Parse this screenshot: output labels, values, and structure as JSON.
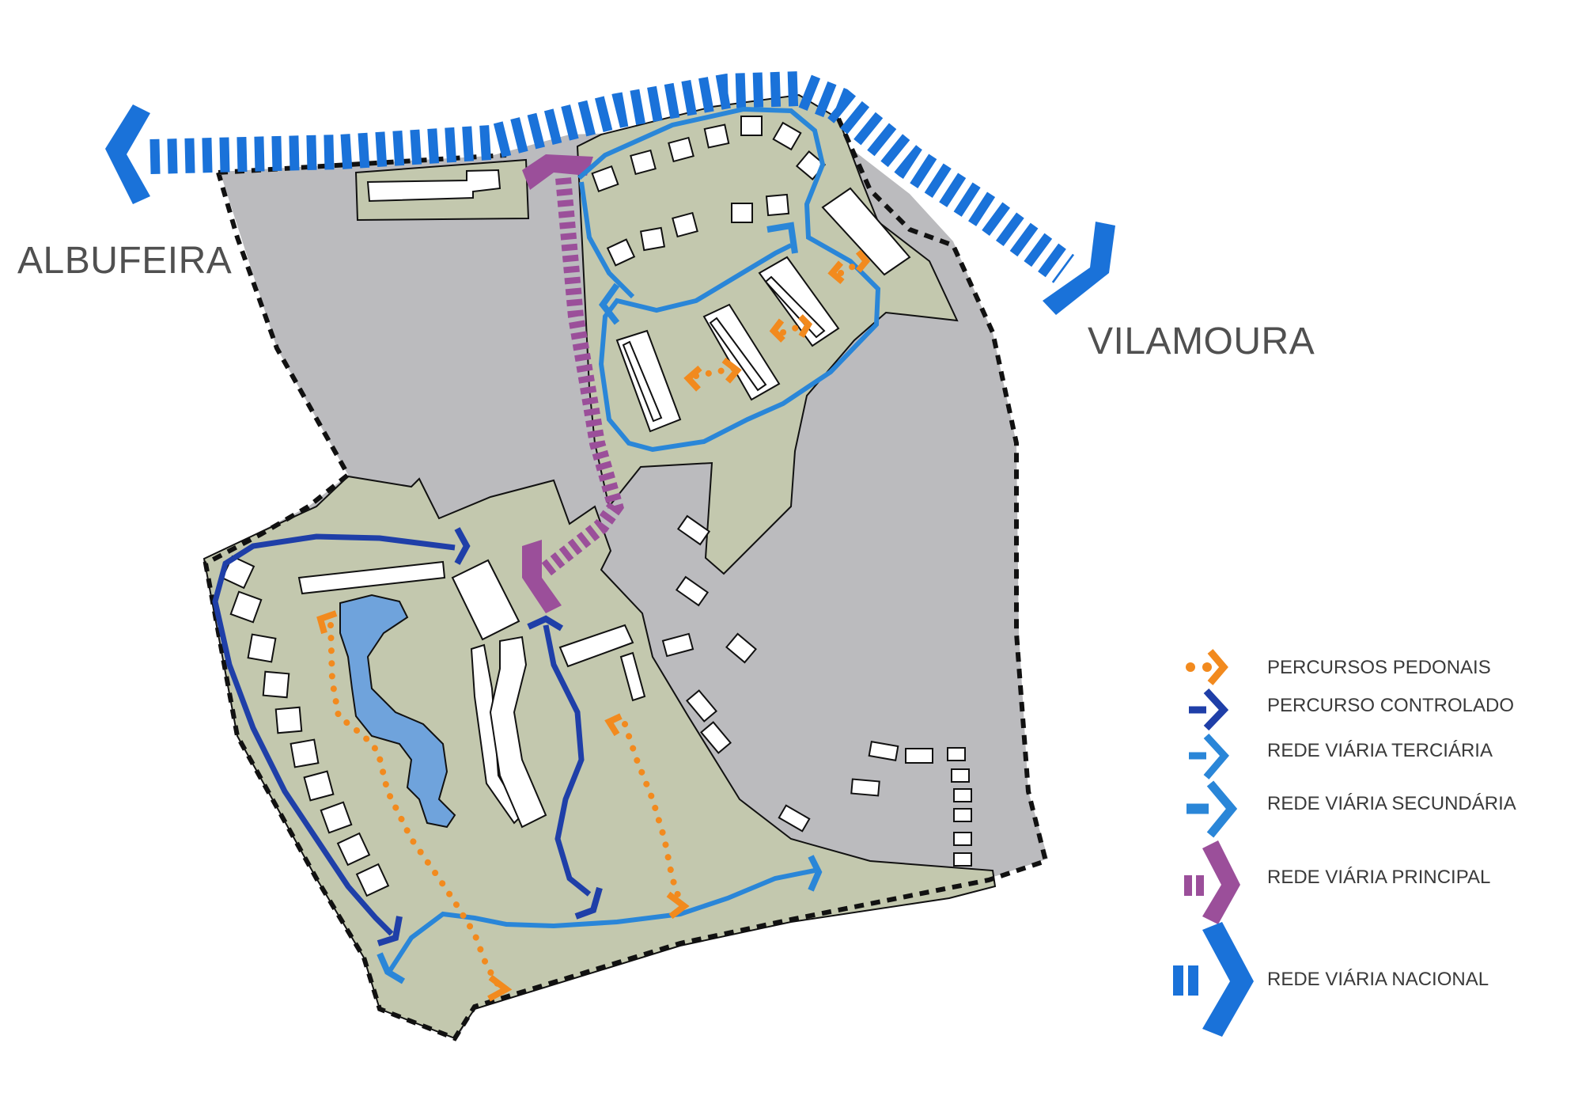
{
  "cities": {
    "west": "ALBUFEIRA",
    "east": "VILAMOURA"
  },
  "legend": [
    {
      "key": "pedestrian",
      "label": "PERCURSOS PEDONAIS",
      "color": "#F28A1E"
    },
    {
      "key": "controlled",
      "label": "PERCURSO CONTROLADO",
      "color": "#1F3FA8"
    },
    {
      "key": "tertiary",
      "label": "REDE VIÁRIA TERCIÁRIA",
      "color": "#2A86D8"
    },
    {
      "key": "secondary",
      "label": "REDE VIÁRIA SECUNDÁRIA",
      "color": "#2A86D8"
    },
    {
      "key": "principal",
      "label": "REDE VIÁRIA PRINCIPAL",
      "color": "#9B4F9A"
    },
    {
      "key": "national",
      "label": "REDE VIÁRIA NACIONAL",
      "color": "#1A72D9"
    }
  ],
  "colors": {
    "green_zone": "#C3C8AE",
    "grey_zone": "#BBBBBE",
    "water": "#6FA3DC",
    "building": "#FFFFFF",
    "boundary": "#111111"
  }
}
